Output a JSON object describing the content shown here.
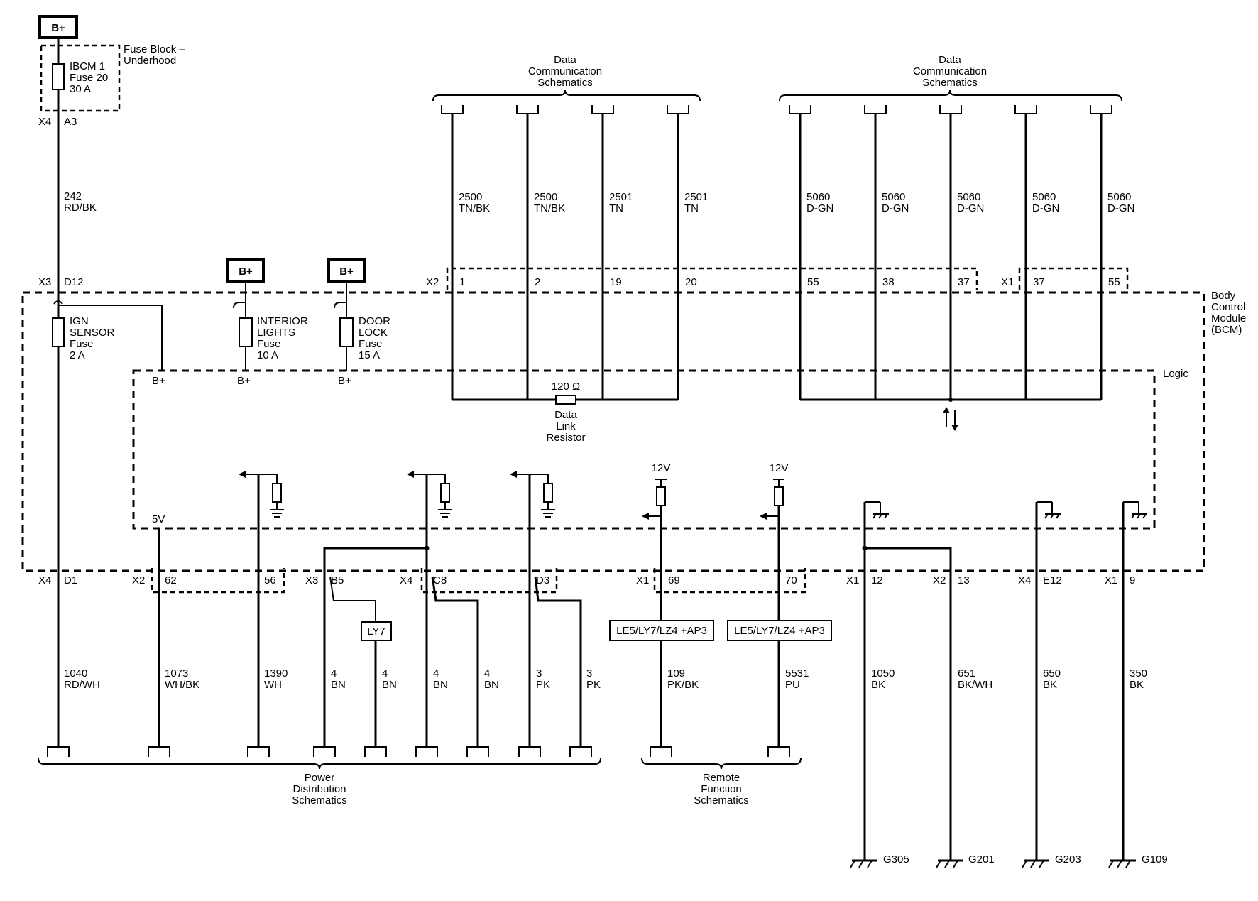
{
  "supply": {
    "label": "B+"
  },
  "fuse_block": {
    "title1": "Fuse Block –",
    "title2": "Underhood",
    "fuse_l1": "IBCM 1",
    "fuse_l2": "Fuse 20",
    "fuse_l3": "30 A"
  },
  "conn_a": {
    "conn": "X4",
    "pin": "A3"
  },
  "wire_main": {
    "circuit": "242",
    "color": "RD/BK"
  },
  "conn_b": {
    "conn": "X3",
    "pin": "D12"
  },
  "bcm": {
    "l1": "Body",
    "l2": "Control",
    "l3": "Module",
    "l4": "(BCM)",
    "logic": "Logic"
  },
  "internal_fuses": [
    {
      "l1": "IGN",
      "l2": "SENSOR",
      "l3": "Fuse",
      "l4": "2 A",
      "out": "B+"
    },
    {
      "l1": "INTERIOR",
      "l2": "LIGHTS",
      "l3": "Fuse",
      "l4": "10 A",
      "out": "B+",
      "supply": "B+"
    },
    {
      "l1": "DOOR",
      "l2": "LOCK",
      "l3": "Fuse",
      "l4": "15 A",
      "out": "B+",
      "supply": "B+"
    }
  ],
  "data_comm": {
    "l1": "Data",
    "l2": "Communication",
    "l3": "Schematics"
  },
  "top_wires_left": [
    {
      "circuit": "2500",
      "color": "TN/BK"
    },
    {
      "circuit": "2500",
      "color": "TN/BK"
    },
    {
      "circuit": "2501",
      "color": "TN"
    },
    {
      "circuit": "2501",
      "color": "TN"
    }
  ],
  "top_wires_right": [
    {
      "circuit": "5060",
      "color": "D-GN"
    },
    {
      "circuit": "5060",
      "color": "D-GN"
    },
    {
      "circuit": "5060",
      "color": "D-GN"
    },
    {
      "circuit": "5060",
      "color": "D-GN"
    },
    {
      "circuit": "5060",
      "color": "D-GN"
    }
  ],
  "top_connectors": {
    "x2": "X2",
    "x2_pins": [
      "1",
      "2",
      "19",
      "20",
      "55",
      "38",
      "37"
    ],
    "x1": "X1",
    "x1_pins": [
      "37",
      "55"
    ]
  },
  "resistor": {
    "value": "120 Ω",
    "l1": "Data",
    "l2": "Link",
    "l3": "Resistor"
  },
  "five_v": "5V",
  "twelve_v": [
    "12V",
    "12V"
  ],
  "bottom_connectors": [
    {
      "conn": "X4",
      "pin": "D1"
    },
    {
      "conn": "X2",
      "pin": "62"
    },
    {
      "pin": "56"
    },
    {
      "conn": "X3",
      "pin": "B5"
    },
    {
      "conn": "X4",
      "pin": "C8"
    },
    {
      "pin": "D3"
    },
    {
      "conn": "X1",
      "pin": "69"
    },
    {
      "pin": "70"
    },
    {
      "conn": "X1",
      "pin": "12"
    },
    {
      "conn": "X2",
      "pin": "13"
    },
    {
      "conn": "X4",
      "pin": "E12"
    },
    {
      "conn": "X1",
      "pin": "9"
    }
  ],
  "options": {
    "ly7": "LY7",
    "rf1": "LE5/LY7/LZ4 +AP3",
    "rf2": "LE5/LY7/LZ4 +AP3"
  },
  "bottom_wires": [
    {
      "circuit": "1040",
      "color": "RD/WH"
    },
    {
      "circuit": "1073",
      "color": "WH/BK"
    },
    {
      "circuit": "1390",
      "color": "WH"
    },
    {
      "circuit": "4",
      "color": "BN"
    },
    {
      "circuit": "4",
      "color": "BN"
    },
    {
      "circuit": "4",
      "color": "BN"
    },
    {
      "circuit": "4",
      "color": "BN"
    },
    {
      "circuit": "3",
      "color": "PK"
    },
    {
      "circuit": "3",
      "color": "PK"
    },
    {
      "circuit": "109",
      "color": "PK/BK"
    },
    {
      "circuit": "5531",
      "color": "PU"
    },
    {
      "circuit": "1050",
      "color": "BK"
    },
    {
      "circuit": "651",
      "color": "BK/WH"
    },
    {
      "circuit": "650",
      "color": "BK"
    },
    {
      "circuit": "350",
      "color": "BK"
    }
  ],
  "power_dist": {
    "l1": "Power",
    "l2": "Distribution",
    "l3": "Schematics"
  },
  "remote_func": {
    "l1": "Remote",
    "l2": "Function",
    "l3": "Schematics"
  },
  "grounds": [
    "G305",
    "G201",
    "G203",
    "G109"
  ]
}
